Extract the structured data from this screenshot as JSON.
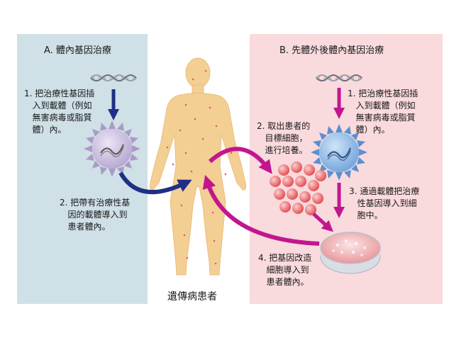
{
  "panel_a": {
    "title": "A. 體內基因治療",
    "step1": "1. 把治療性基因插\n   入到載體（例如\n   無害病毒或脂質\n   體）內。",
    "step2": "2. 把帶有治療性基\n   因的載體導入到\n   患者體內。"
  },
  "panel_b": {
    "title": "B. 先體外後體內基因治療",
    "step1": "1. 把治療性基因插\n   入到載體（例如\n   無害病毒或脂質\n   體）內。",
    "step2": "2. 取出患者的\n   目標細胞，\n   進行培養。",
    "step3": "3. 通過載體把治療\n   性基因導入到細\n   胞中。",
    "step4": "4. 把基因改造\n   細胞導入到\n   患者體內。"
  },
  "patient_label": "遺傳病患者",
  "colors": {
    "panel_a_bg": "#cfe0e6",
    "panel_b_bg": "#f9dadd",
    "arrow_navy": "#1f2f86",
    "arrow_magenta": "#c2168f",
    "body_skin": "#f4cf94"
  }
}
